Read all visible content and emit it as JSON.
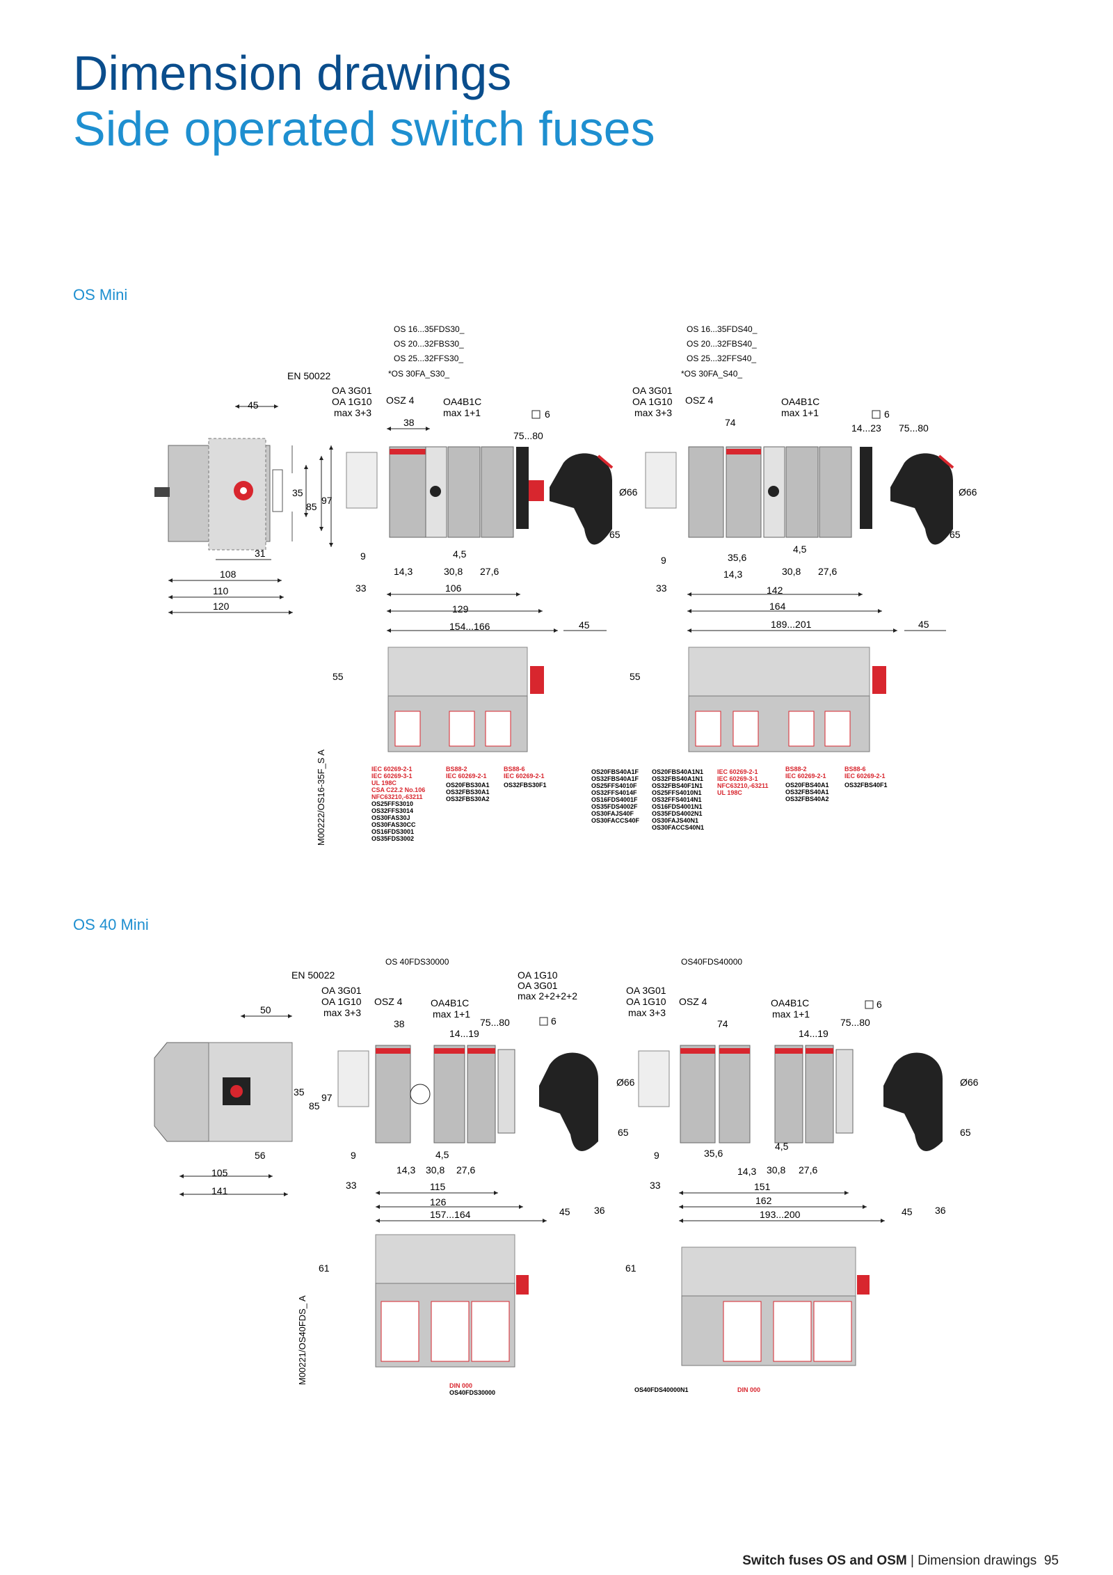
{
  "title": {
    "line1": "Dimension drawings",
    "line2": "Side operated switch fuses"
  },
  "sections": {
    "os_mini": {
      "label": "OS Mini",
      "code": "M00222/OS16-35F_S A",
      "left_types": [
        "OS 16...35FDS30_",
        "OS 20...32FBS30_",
        "OS 25...32FFS30_",
        "*OS 30FA_S30_"
      ],
      "right_types": [
        "OS 16...35FDS40_",
        "OS 20...32FBS40_",
        "OS 25...32FFS40_",
        "*OS 30FA_S40_"
      ],
      "en_label": "EN 50022",
      "acc_left": [
        "OA 3G01",
        "OA 1G10",
        "max 3+3"
      ],
      "osz": "OSZ 4",
      "oa4": [
        "OA4B1C",
        "max 1+1"
      ],
      "dims": {
        "d45": "45",
        "d35": "35",
        "d85": "85",
        "d97": "97",
        "d31": "31",
        "d108": "108",
        "d110": "110",
        "d120": "120",
        "d38": "38",
        "d6": "6",
        "d75_80": "75...80",
        "d66": "Ø66",
        "d65": "65",
        "d9": "9",
        "d4_5": "4,5",
        "d14_3": "14,3",
        "d30_8": "30,8",
        "d27_6": "27,6",
        "d33": "33",
        "d106": "106",
        "d129": "129",
        "d154_166": "154...166",
        "d55": "55",
        "r74": "74",
        "r14_23": "14...23",
        "r35_6": "35,6",
        "r142": "142",
        "r164": "164",
        "r189_201": "189...201"
      },
      "list_red1": [
        "IEC 60269-2-1",
        "IEC 60269-3-1",
        "UL 198C",
        "CSA C22.2 No.106",
        "NFC63210,-63211"
      ],
      "list_black1": [
        "OS25FFS3010",
        "OS32FFS3014",
        "OS30FAS30J",
        "OS30FAS30CC",
        "OS16FDS3001",
        "OS35FDS3002"
      ],
      "list_red2": [
        "BS88-2",
        "IEC 60269-2-1"
      ],
      "list_black2": [
        "OS20FBS30A1",
        "OS32FBS30A1",
        "OS32FBS30A2"
      ],
      "list_red3": [
        "BS88-6",
        "IEC 60269-2-1"
      ],
      "list_black3": [
        "OS32FBS30F1"
      ],
      "list_black4": [
        "OS20FBS40A1F",
        "OS32FBS40A1F",
        "OS25FFS4010F",
        "OS32FFS4014F",
        "OS16FDS4001F",
        "OS35FDS4002F",
        "OS30FAJS40F",
        "OS30FACCS40F"
      ],
      "list_black5": [
        "OS20FBS40A1N1",
        "OS32FBS40A1N1",
        "OS32FBS40F1N1",
        "OS25FFS4010N1",
        "OS32FFS4014N1",
        "OS16FDS4001N1",
        "OS35FDS4002N1",
        "OS30FAJS40N1",
        "OS30FACCS40N1"
      ],
      "list_red6": [
        "IEC 60269-2-1",
        "IEC 60269-3-1",
        "NFC63210,-63211",
        "UL 198C"
      ],
      "list_red7": [
        "BS88-2",
        "IEC 60269-2-1"
      ],
      "list_black7": [
        "OS20FBS40A1",
        "OS32FBS40A1",
        "OS32FBS40A2"
      ],
      "list_red8": [
        "BS88-6",
        "IEC 60269-2-1"
      ],
      "list_black8": [
        "OS32FBS40F1"
      ]
    },
    "os40_mini": {
      "label": "OS 40 Mini",
      "code": "M00221/OS40FDS_ A",
      "left_type": "OS 40FDS30000",
      "right_type": "OS40FDS40000",
      "en_label": "EN 50022",
      "acc_left": [
        "OA 3G01",
        "OA 1G10",
        "max 3+3"
      ],
      "acc_top": [
        "OA 1G10",
        "OA 3G01",
        "max 2+2+2+2"
      ],
      "osz": "OSZ 4",
      "oa4": [
        "OA4B1C",
        "max 1+1"
      ],
      "dims": {
        "d50": "50",
        "d35": "35",
        "d85": "85",
        "d97": "97",
        "d56": "56",
        "d105": "105",
        "d141": "141",
        "d38": "38",
        "d75_80": "75...80",
        "d14_19": "14...19",
        "d6": "6",
        "d66": "Ø66",
        "d65": "65",
        "d9": "9",
        "d4_5": "4,5",
        "d14_3": "14,3",
        "d30_8": "30,8",
        "d27_6": "27,6",
        "d33": "33",
        "d115": "115",
        "d126": "126",
        "d157_164": "157...164",
        "d45": "45",
        "d36": "36",
        "d61": "61",
        "r74": "74",
        "r35_6": "35,6",
        "r151": "151",
        "r162": "162",
        "r193_200": "193...200"
      },
      "din_left": "DIN 000",
      "part_left": "OS40FDS30000",
      "part_right": "OS40FDS40000N1",
      "din_right": "DIN 000"
    }
  },
  "footer": {
    "bold": "Switch fuses OS and OSM",
    "sep": " | ",
    "section": "Dimension drawings",
    "page": "95"
  },
  "colors": {
    "title_dark": "#0a4d8c",
    "title_light": "#1e8fd0",
    "accent_red": "#d8262e"
  }
}
